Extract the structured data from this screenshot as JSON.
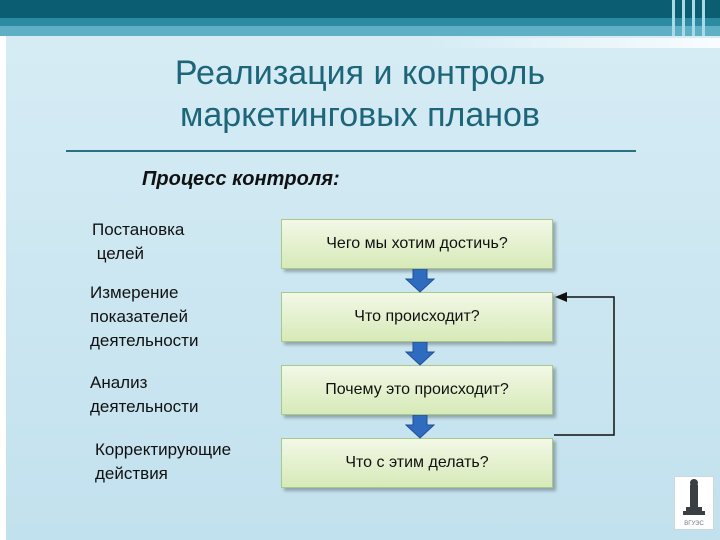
{
  "title_lines": [
    "Реализация и контроль",
    "маркетинговых планов"
  ],
  "subtitle": "Процесс контроля:",
  "steps": [
    {
      "label": "Постановка\n целей",
      "box": "Чего мы хотим достичь?"
    },
    {
      "label": "Измерение\nпоказателей\nдеятельности",
      "box": "Что происходит?"
    },
    {
      "label": "Анализ\nдеятельности",
      "box": "Почему это происходит?"
    },
    {
      "label": "Корректирующие\nдействия",
      "box": "Что с этим делать?"
    }
  ],
  "logo_text": "ВГУЭС",
  "colors": {
    "title": "#1d6579",
    "arrow": "#2f6bbf",
    "box_top": "#f2f8e6",
    "box_bottom": "#d7eab8",
    "header": "#0b5e72"
  }
}
